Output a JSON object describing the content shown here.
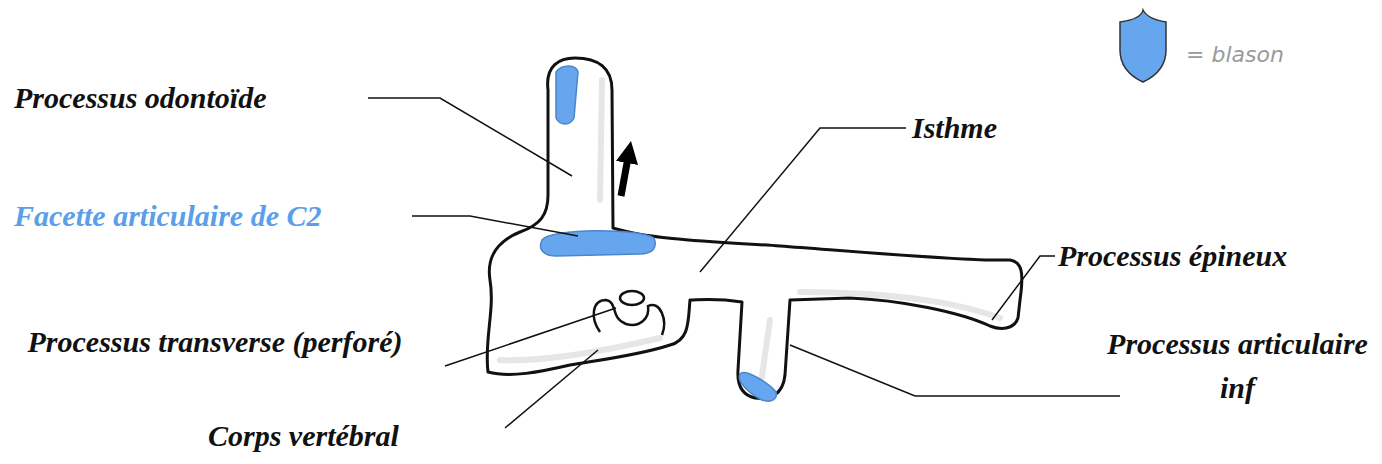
{
  "diagram": {
    "labels": [
      "Processus odontoïde",
      "Facette articulaire de C2",
      "Isthme",
      "Processus épineux",
      "Processus transverse (perforé)",
      "Processus articulaire inf",
      "Corps vertébral"
    ],
    "legend": [
      {
        "text": "= blason"
      }
    ]
  }
}
